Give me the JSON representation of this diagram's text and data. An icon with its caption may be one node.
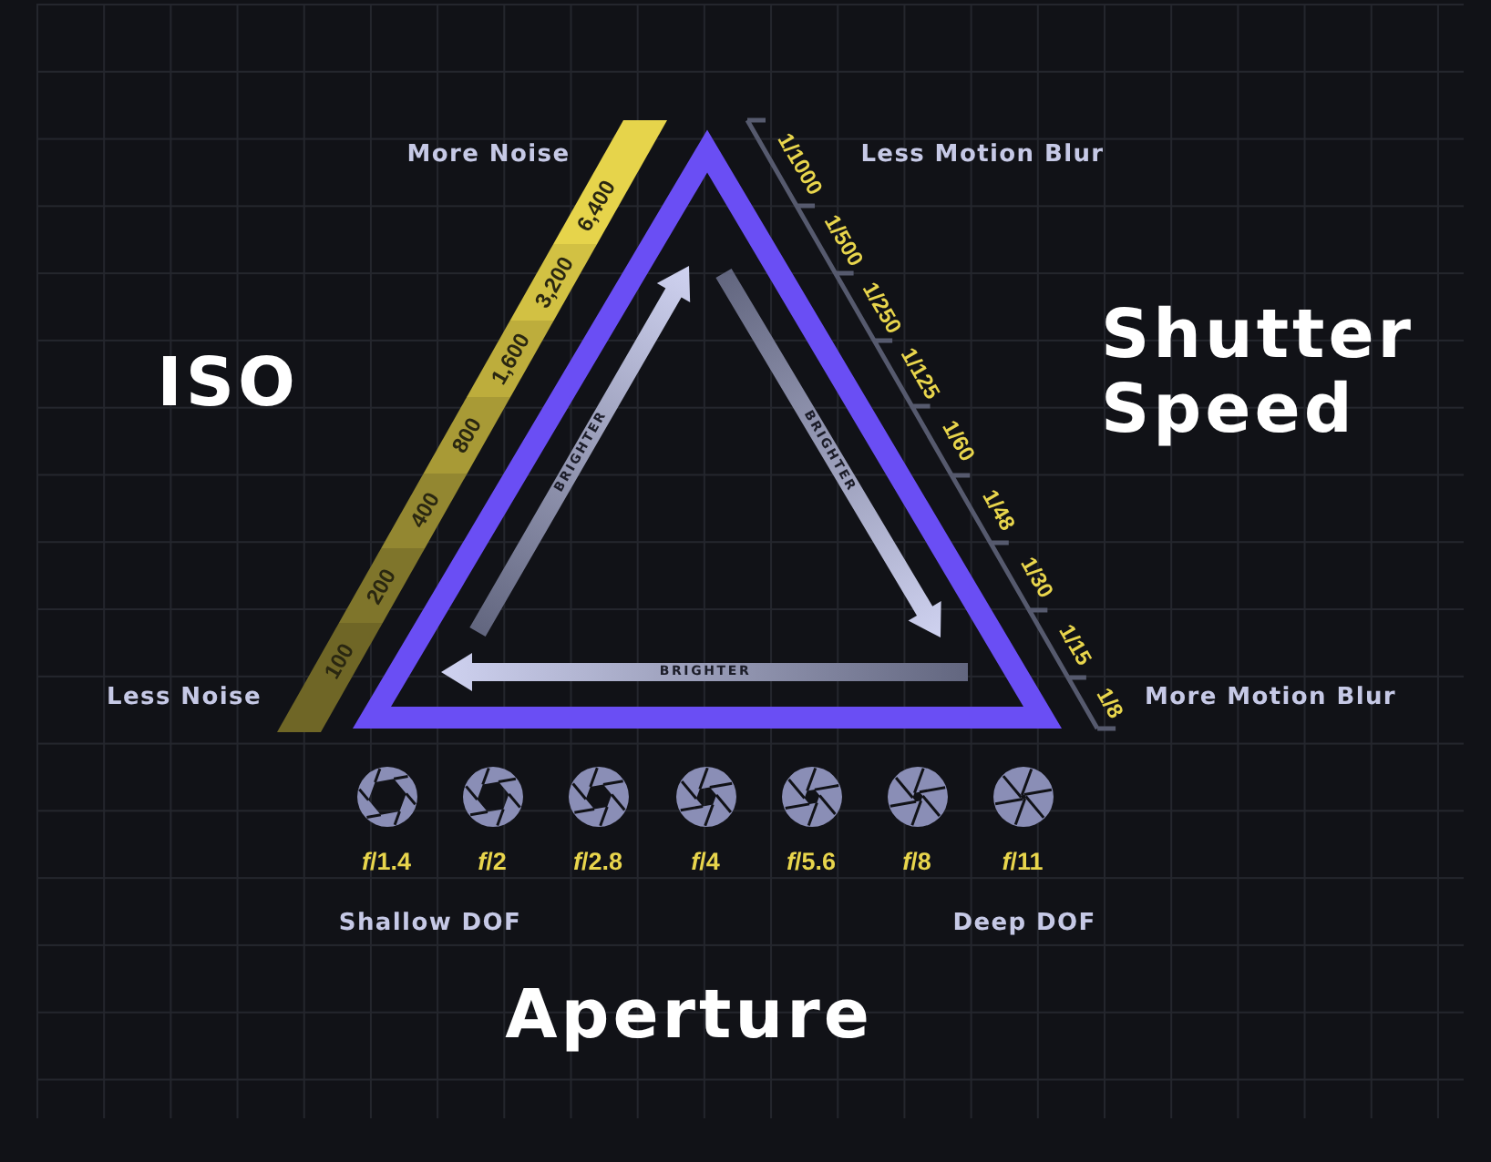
{
  "diagram": {
    "labels": [
      "More Noise",
      "Less Motion Blur",
      "ISO",
      "Shutter Speed",
      "100",
      "200",
      "400",
      "800",
      "1,600",
      "3,200",
      "6,400",
      "1/1000",
      "1/500",
      "1/250",
      "1/125",
      "1/60",
      "1/48",
      "1/30",
      "1/15",
      "1/8",
      "BRIGHTER",
      "BRIGHTER",
      "BRIGHTER",
      "Less Noise",
      "More Motion Blur",
      "*f*/1.4",
      "*f*/2",
      "*f*/2.8",
      "*f*/4",
      "*f*/5.6",
      "*f*/8",
      "*f*/11",
      "Shallow DOF",
      "Deep DOF",
      "Aperture"
    ]
  }
}
